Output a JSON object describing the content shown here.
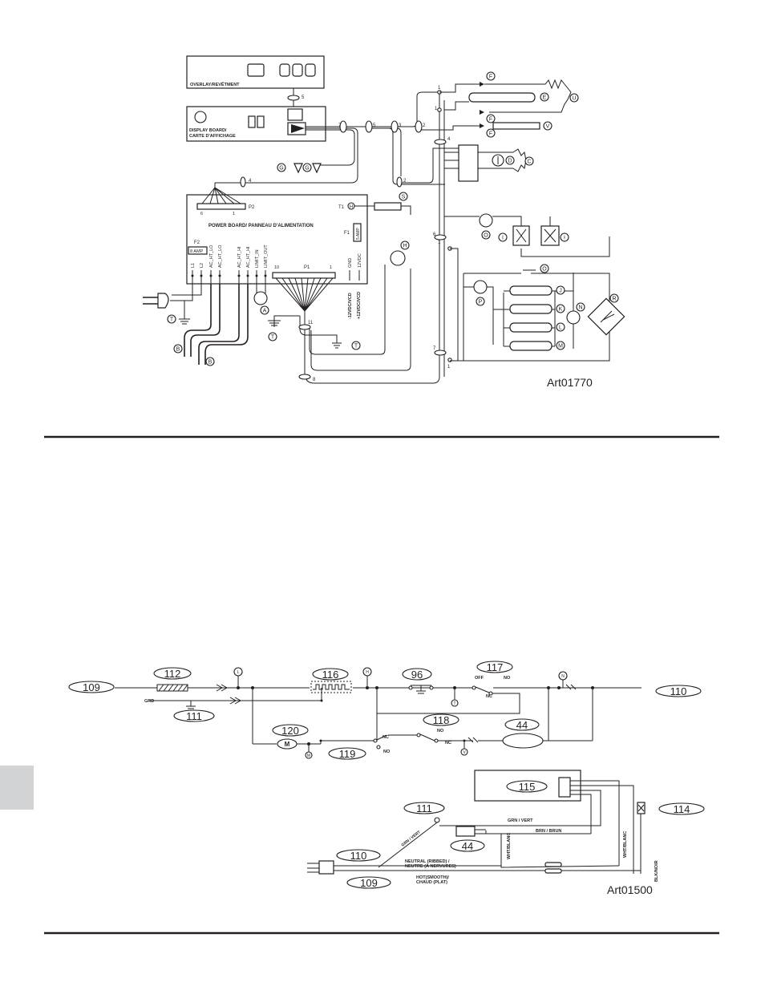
{
  "diagram_top": {
    "art_id": "Art01770",
    "overlay_label": "OVERLAY/REVÊTMENT",
    "display_board_line1": "DISPLAY BOARD/",
    "display_board_line2": "CARTE D'AFFICHAGE",
    "power_board_label": "POWER BOARD/ PANNEAU D'ALIMENTATION",
    "f1_label": "F1",
    "f1_rating": "5 AMP",
    "f2_label": "F2",
    "f2_rating": "8 AMP",
    "t1_label": "T1",
    "p1_label": "P1",
    "p2_label": "P2",
    "p1_pin_start": "10",
    "p1_pin_end": "1",
    "p2_pin_start": "6",
    "p2_pin_end": "1",
    "terminals": [
      "L1",
      "L2",
      "AC_HT_LO",
      "AC_HT_LO",
      "AC_HT_HI",
      "AC_HT_HI",
      "LIMIT_IN",
      "LIMIT_OUT"
    ],
    "gnd_label": "GND",
    "vdc_label": "12VDC",
    "minus_vdc": "-12VDC/VCD",
    "plus_vdc": "+12VDC/VCD",
    "wire_counts": [
      "5",
      "7",
      "5",
      "3",
      "2",
      "4",
      "2",
      "1",
      "1",
      "4",
      "6",
      "1",
      "7",
      "1",
      "11",
      "8"
    ],
    "component_letters": [
      "A",
      "B",
      "B",
      "C",
      "D",
      "E",
      "F",
      "F",
      "F",
      "G",
      "G",
      "H",
      "H",
      "I",
      "I",
      "J",
      "K",
      "L",
      "M",
      "N",
      "O",
      "O",
      "P",
      "R",
      "S",
      "T",
      "T",
      "T",
      "U",
      "V"
    ]
  },
  "diagram_bottom": {
    "art_id": "Art01500",
    "callouts": [
      "109",
      "112",
      "116",
      "96",
      "117",
      "110",
      "111",
      "120",
      "119",
      "118",
      "44",
      "115",
      "114",
      "111",
      "44",
      "110",
      "109"
    ],
    "node_letters": [
      "L",
      "H",
      "T",
      "N",
      "M",
      "V"
    ],
    "switch_labels": [
      "OFF",
      "NO",
      "NC",
      "NC",
      "NO",
      "NO",
      "NC"
    ],
    "grd_label": "GRD",
    "wire_labels": {
      "grn": "GRN / VERT",
      "brn": "BRN / BRUN",
      "wht": "WHT/BLANC",
      "wht2": "WHT/BLANC",
      "blk": "BLK/NOIR",
      "grn_diag": "GRN / VERT",
      "neutral": "NEUTRAL (RIBBED) /",
      "neutral2": "NEUTRE (À NERVURES)",
      "hot": "HOT(SMOOTH)/",
      "hot2": "CHAUD (PLAT)"
    }
  }
}
